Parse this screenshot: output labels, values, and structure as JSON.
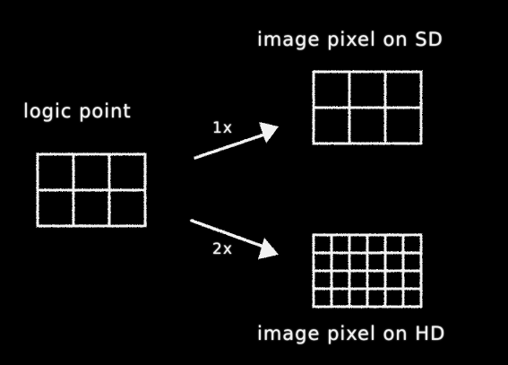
{
  "labels": {
    "logic_point": "logic point",
    "sd": "image pixel on SD",
    "hd": "image pixel on HD",
    "scale_1x": "1x",
    "scale_2x": "2x"
  },
  "grids": {
    "logic": {
      "cols": 3,
      "rows": 2
    },
    "sd": {
      "cols": 3,
      "rows": 2
    },
    "hd": {
      "cols": 6,
      "rows": 4
    }
  },
  "colors": {
    "background": "#000000",
    "chalk": "#f2f2f2"
  }
}
